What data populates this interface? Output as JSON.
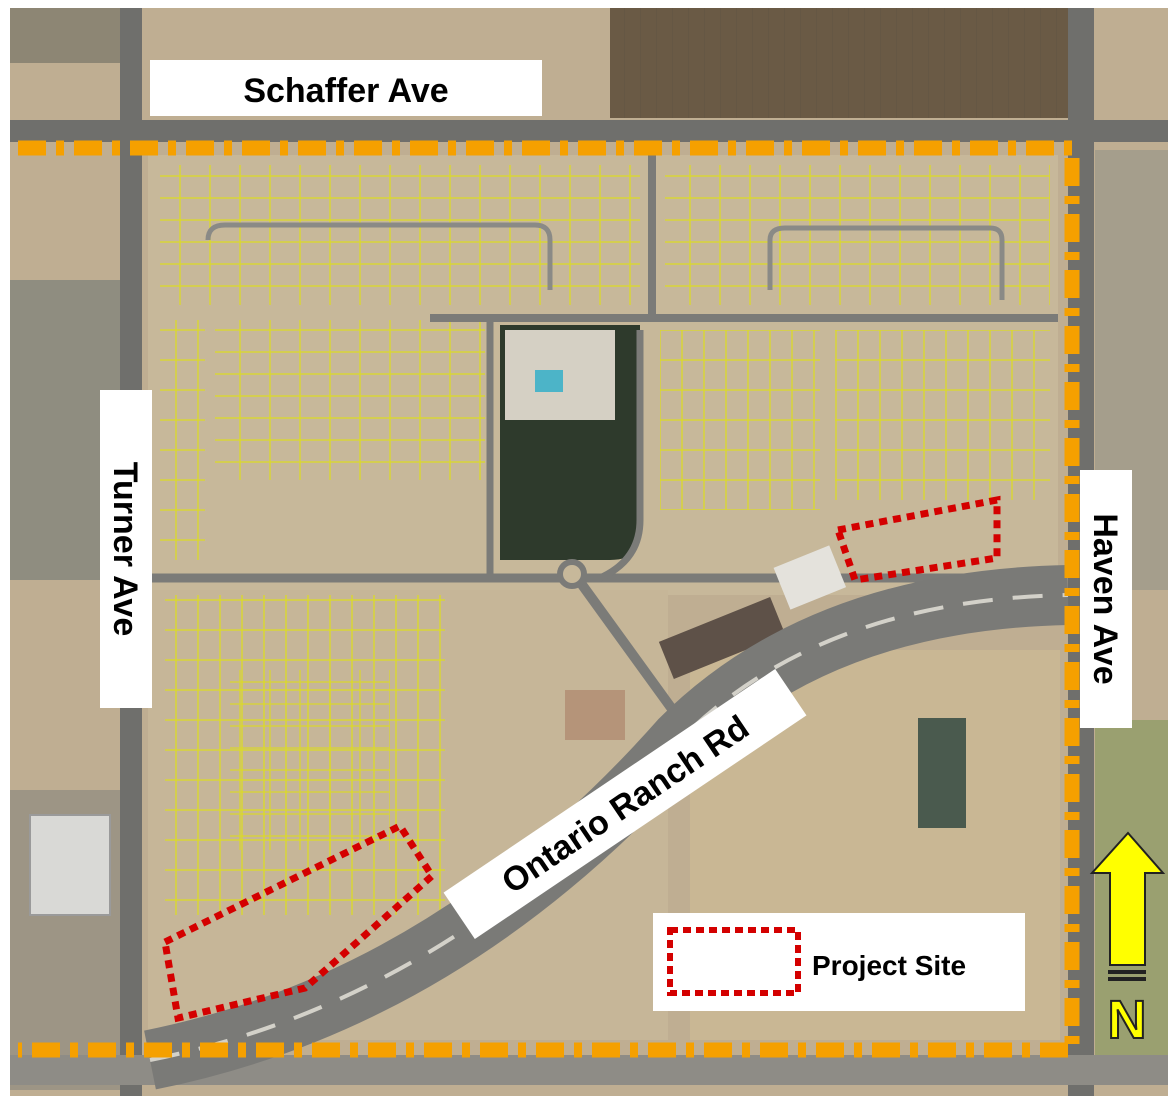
{
  "streets": {
    "north": "Schaffer Ave",
    "west": "Turner Ave",
    "east": "Haven Ave",
    "diagonal": "Ontario Ranch Rd"
  },
  "legend": {
    "project_site_label": "Project Site"
  },
  "north_arrow": {
    "letter": "N"
  },
  "colors": {
    "study_boundary": "#f5a000",
    "project_site": "#d40000",
    "parcel_lines": "#e8e800",
    "north_arrow": "#ffff00"
  }
}
